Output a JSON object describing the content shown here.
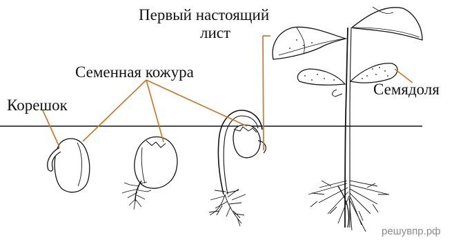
{
  "labels": {
    "first_true_leaf_line1": "Первый настоящий",
    "first_true_leaf_line2": "лист",
    "seed_coat": "Семенная кожура",
    "radicle": "Корешок",
    "cotyledon": "Семядоля"
  },
  "watermark": "решувпр.рф",
  "colors": {
    "leader_lines": "#c8782a",
    "drawing": "#111111",
    "background": "#ffffff"
  }
}
